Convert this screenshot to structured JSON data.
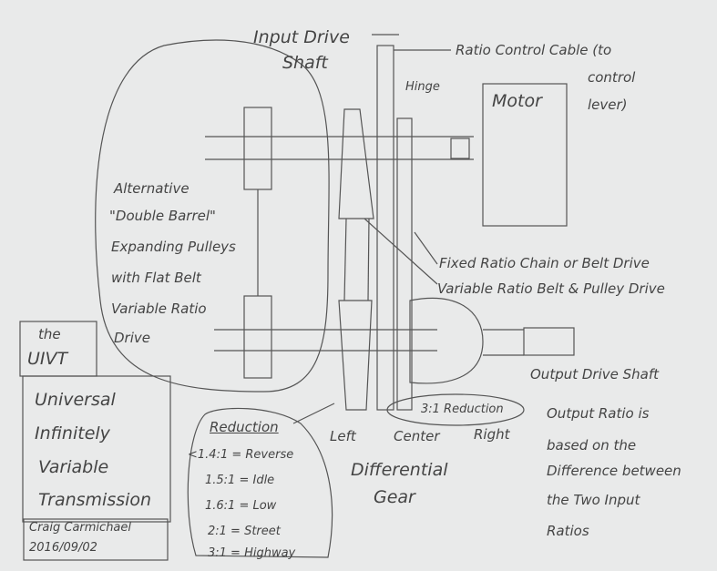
{
  "labels": {
    "input_drive_shaft_1": "Input Drive",
    "input_drive_shaft_2": "Shaft",
    "ratio_cable_1": "Ratio Control Cable (to",
    "ratio_cable_2": "control",
    "ratio_cable_3": "lever)",
    "hinge": "Hinge",
    "motor": "Motor",
    "alternative": [
      "Alternative",
      "\"Double Barrel\"",
      "Expanding Pulleys",
      "with Flat Belt",
      "Variable Ratio",
      "Drive"
    ],
    "fixed_ratio": "Fixed Ratio Chain or Belt Drive",
    "variable_ratio": "Variable Ratio Belt & Pulley Drive",
    "output_shaft": "Output Drive Shaft",
    "reduction_3to1": "3:1 Reduction",
    "left": "Left",
    "center": "Center",
    "right": "Right",
    "differential_1": "Differential",
    "differential_2": "Gear",
    "output_ratio": [
      "Output Ratio is",
      "based on the",
      "Difference between",
      "the Two Input",
      "Ratios"
    ]
  },
  "reduction_table": {
    "title": "Reduction",
    "rows": [
      "<1.4:1 = Reverse",
      "1.5:1 = Idle",
      "1.6:1 = Low",
      "2:1 = Street",
      "3:1 = Highway"
    ]
  },
  "title_block": {
    "the": "the",
    "acronym": "UIVT",
    "name": [
      "Universal",
      "Infinitely",
      "Variable",
      "Transmission"
    ],
    "author": "Craig Carmichael",
    "date": "2016/09/02"
  }
}
